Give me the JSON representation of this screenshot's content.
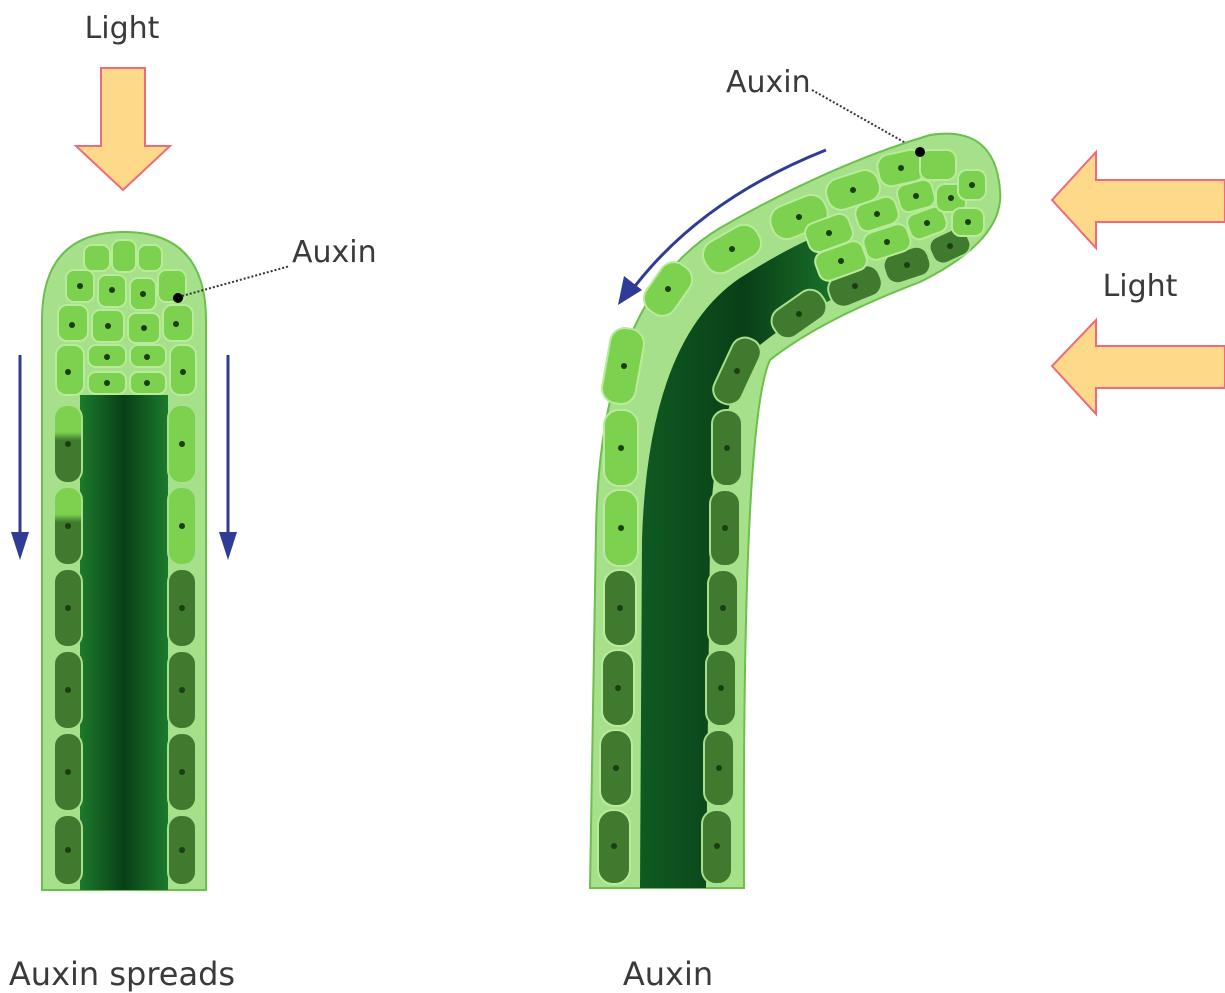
{
  "left_panel": {
    "light_label": "Light",
    "auxin_label": "Auxin",
    "caption": "Auxin spreads"
  },
  "right_panel": {
    "light_label": "Light",
    "auxin_label": "Auxin",
    "caption": "Auxin"
  },
  "colors": {
    "light_arrow_fill": "#fed98a",
    "light_arrow_stroke": "#f06a7a",
    "auxin_flow_arrow": "#2e3b97",
    "shoot_outline": "#a6e08a",
    "cell_fill_light": "#7cd14e",
    "cell_fill_dark": "#3f7a2e",
    "core_dark": "#0d4a1c"
  },
  "icons": {
    "light_arrow": "block-arrow-icon",
    "flow_arrow": "thin-arrow-icon"
  }
}
